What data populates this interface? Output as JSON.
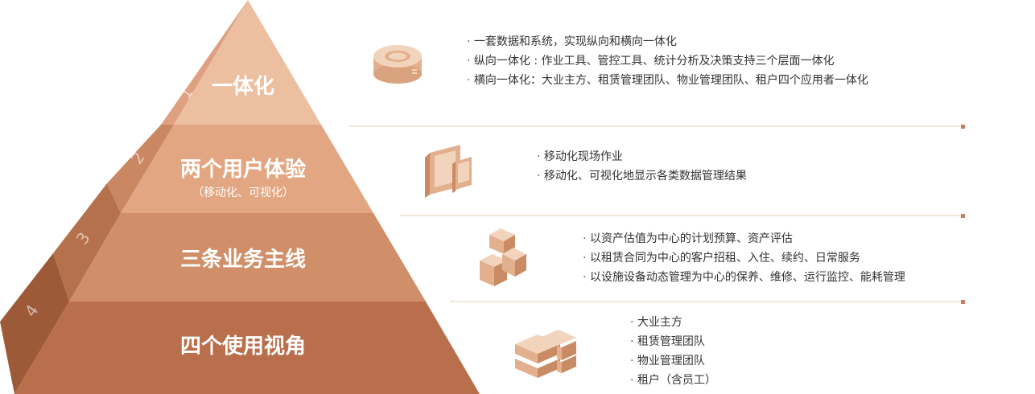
{
  "colors": {
    "tier1": "#edbfa1",
    "tier2": "#e3a682",
    "tier3": "#d08f68",
    "tier4": "#b96f4c",
    "side1": "#dea080",
    "side2": "#c98862",
    "side3": "#b5714c",
    "side4": "#9d5a38",
    "divider": "#e1cfb2",
    "divider_dot": "#c77f5c",
    "icon_light": "#f2d4bc",
    "icon_mid": "#e2b08e",
    "icon_dark": "#c98b64"
  },
  "tiers": [
    {
      "number": "1",
      "title": "一体化",
      "subtitle": "",
      "icon": "database-disc-icon",
      "bullets": [
        "一套数据和系统，实现纵向和横向一体化",
        "纵向一体化 : 作业工具、管控工具、统计分析及决策支持三个层面一体化",
        "横向一体化：大业主方、租赁管理团队、物业管理团队、租户四个应用者一体化"
      ]
    },
    {
      "number": "2",
      "title": "两个用户体验",
      "subtitle": "（移动化、可视化）",
      "icon": "mobile-devices-icon",
      "bullets": [
        "移动化现场作业",
        "移动化、可视化地显示各类数据管理结果"
      ]
    },
    {
      "number": "3",
      "title": "三条业务主线",
      "subtitle": "",
      "icon": "stacked-boxes-icon",
      "bullets": [
        "以资产估值为中心的计划预算、资产评估",
        "以租赁合同为中心的客户招租、入住、续约、日常服务",
        "以设施设备动态管理为中心的保养、维修、运行监控、能耗管理"
      ]
    },
    {
      "number": "4",
      "title": "四个使用视角",
      "subtitle": "",
      "icon": "server-blocks-icon",
      "bullets": [
        "大业主方",
        "租赁管理团队",
        "物业管理团队",
        "租户（含员工）"
      ]
    }
  ]
}
